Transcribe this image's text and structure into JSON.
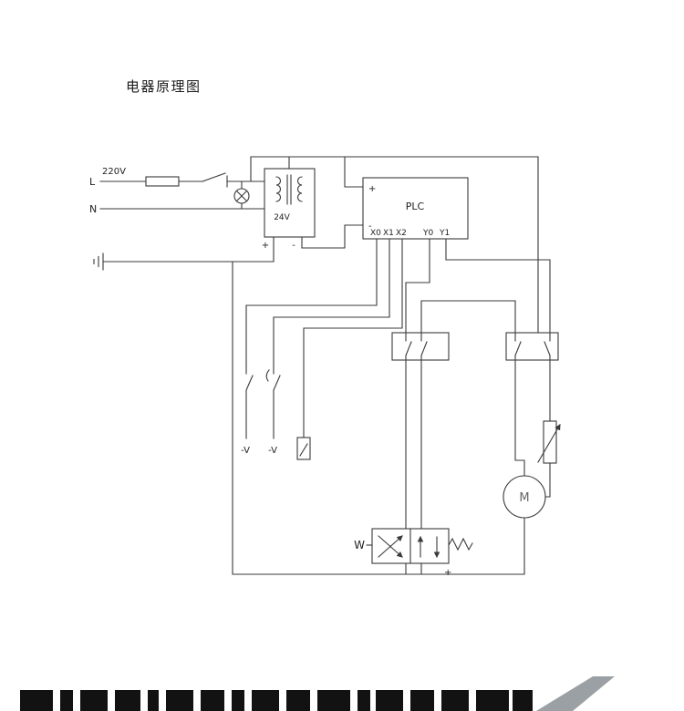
{
  "title": "电器原理图",
  "colors": {
    "line": "#3a3a3a",
    "text": "#1f1f1f",
    "banner_black": "#121212",
    "banner_gray": "#9aa0a3"
  },
  "power": {
    "voltage": "220V",
    "line": "L",
    "neutral": "N"
  },
  "transformer": {
    "secondary_voltage": "24V",
    "plus": "+",
    "minus": "-"
  },
  "plc": {
    "name": "PLC",
    "plus": "+",
    "minus": "-",
    "inputs": [
      "X0",
      "X1",
      "X2"
    ],
    "outputs": [
      "Y0",
      "Y1"
    ]
  },
  "limit_switches": {
    "sw1": "-V",
    "sw2": "-V"
  },
  "valve": {
    "coil": "W",
    "plus": "+"
  },
  "motor": {
    "label": "M"
  }
}
